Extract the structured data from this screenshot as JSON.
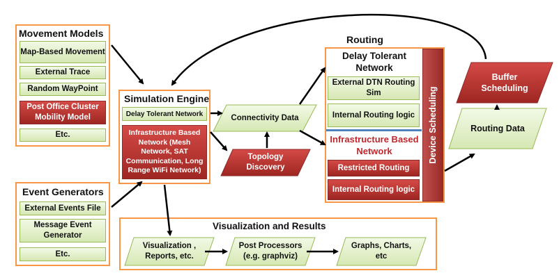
{
  "movement_models": {
    "title": "Movement Models",
    "items": [
      "Map-Based Movement",
      "External Trace",
      "Random WayPoint",
      "Post Office Cluster Mobility Model",
      "Etc."
    ]
  },
  "event_generators": {
    "title": "Event Generators",
    "items": [
      "External Events File",
      "Message Event Generator",
      "Etc."
    ]
  },
  "simulation_engine": {
    "title": "Simulation Engine",
    "dtn": "Delay Tolerant Network",
    "infra": "Infrastructure Based Network (Mesh Network, SAT Communication, Long Range WiFi Network)"
  },
  "connectivity_data": "Connectivity Data",
  "topology_discovery": "Topology Discovery",
  "routing": {
    "label": "Routing",
    "dtn_title": "Delay Tolerant Network",
    "dtn_items": [
      "External DTN Routing Sim",
      "Internal Routing logic"
    ],
    "infra_title": "Infrastructure Based Network",
    "infra_items": [
      "Restricted Routing",
      "Internal Routing logic"
    ],
    "device_scheduling": "Device Scheduling"
  },
  "buffer_scheduling": "Buffer Scheduling",
  "routing_data": "Routing Data",
  "visualization": {
    "title": "Visualization  and Results",
    "items": [
      "Visualization , Reports, etc.",
      "Post Processors (e.g. graphviz)",
      "Graphs, Charts, etc"
    ]
  },
  "colors": {
    "panel_border": "#f79646",
    "green": "#d6e8b3",
    "red": "#b0302c",
    "divider": "#4f81bd"
  }
}
